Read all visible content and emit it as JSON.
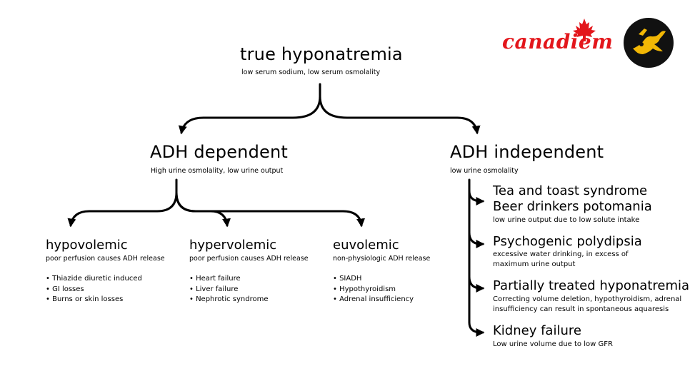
{
  "root": {
    "title": "true hyponatremia",
    "subtitle": "low serum sodium, low serum osmolality"
  },
  "adh_dependent": {
    "title": "ADH dependent",
    "subtitle": "High urine osmolality, low urine output",
    "branches": [
      {
        "title": "hypovolemic",
        "subtitle": "poor perfusion causes ADH release",
        "items": [
          "Thiazide diuretic induced",
          "GI losses",
          "Burns or skin losses"
        ]
      },
      {
        "title": "hypervolemic",
        "subtitle": "poor perfusion causes ADH release",
        "items": [
          "Heart failure",
          "Liver failure",
          "Nephrotic syndrome"
        ]
      },
      {
        "title": "euvolemic",
        "subtitle": "non-physiologic ADH release",
        "items": [
          "SIADH",
          "Hypothyroidism",
          "Adrenal insufficiency"
        ]
      }
    ]
  },
  "adh_independent": {
    "title": "ADH independent",
    "subtitle": "low urine osmolality",
    "causes": [
      {
        "title_lines": [
          "Tea and toast syndrome",
          "Beer drinkers potomania"
        ],
        "desc_lines": [
          "low urine output due to low solute intake"
        ]
      },
      {
        "title_lines": [
          "Psychogenic polydipsia"
        ],
        "desc_lines": [
          "excessive water drinking, in excess of",
          "maximum urine output"
        ]
      },
      {
        "title_lines": [
          "Partially treated hyponatremia"
        ],
        "desc_lines": [
          "Correcting volume deletion, hypothyroidism, adrenal",
          "insufficiency can result in spontaneous aquaresis"
        ]
      },
      {
        "title_lines": [
          "Kidney failure"
        ],
        "desc_lines": [
          "Low urine volume due to low GFR"
        ]
      }
    ]
  },
  "logo": {
    "brand_text": "canadi",
    "brand_suffix": "em",
    "brand_color": "#e3161b",
    "emblem_color": "#111111",
    "emblem_figure_color": "#f2b705"
  }
}
